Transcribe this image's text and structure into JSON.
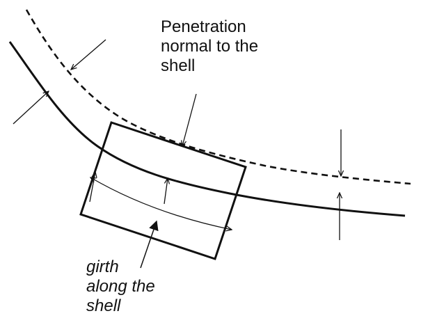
{
  "labels": {
    "penetration": [
      "Penetration",
      "normal to the",
      "shell"
    ],
    "girth": [
      "girth",
      "along the",
      "shell"
    ]
  },
  "colors": {
    "ink": "#111111",
    "background": "#ffffff"
  }
}
